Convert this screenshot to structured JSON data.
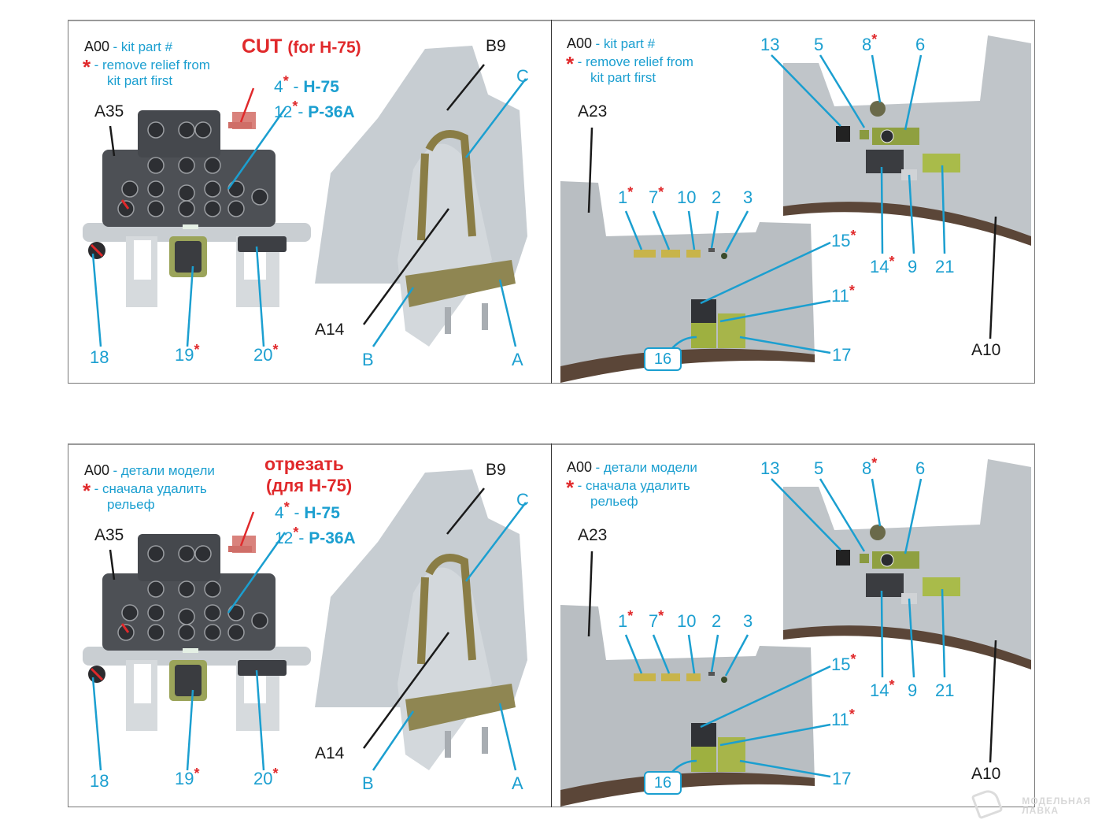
{
  "panels": [
    {
      "language": "en",
      "legend": {
        "kit_part_key": "A00",
        "kit_part_text": "- kit part #",
        "star_symbol": "*",
        "remove_relief_line1": "- remove relief from",
        "remove_relief_line2": "kit part first"
      },
      "cut_note": {
        "line1": "CUT",
        "line2": "(for H-75)"
      },
      "variants": [
        {
          "number": "4",
          "star": "*",
          "dash": " - ",
          "model": "H-75"
        },
        {
          "number": "12",
          "star": "*",
          "dash": "- ",
          "model": "P-36A"
        }
      ],
      "instrument_panel": {
        "part_label": "A35",
        "callouts": [
          {
            "number": "18",
            "star": ""
          },
          {
            "number": "19",
            "star": "*"
          },
          {
            "number": "20",
            "star": "*"
          }
        ]
      },
      "seat": {
        "part_labels": [
          "B9",
          "A14"
        ],
        "callouts": [
          "C",
          "B",
          "A"
        ]
      },
      "right_side": {
        "legend": {
          "kit_part_key": "A00",
          "kit_part_text": "- kit part #",
          "star_symbol": "*",
          "remove_relief_line1": "- remove relief from",
          "remove_relief_line2": "kit part first"
        },
        "part_labels": [
          "A23",
          "A10"
        ],
        "left_wall_callouts": [
          {
            "number": "1",
            "star": "*"
          },
          {
            "number": "7",
            "star": "*"
          },
          {
            "number": "10",
            "star": ""
          },
          {
            "number": "2",
            "star": ""
          },
          {
            "number": "3",
            "star": ""
          },
          {
            "number": "15",
            "star": "*"
          },
          {
            "number": "11",
            "star": "*"
          },
          {
            "number": "17",
            "star": ""
          },
          {
            "number": "16",
            "star": ""
          }
        ],
        "right_wall_callouts": [
          {
            "number": "13",
            "star": ""
          },
          {
            "number": "5",
            "star": ""
          },
          {
            "number": "8",
            "star": "*"
          },
          {
            "number": "6",
            "star": ""
          },
          {
            "number": "14",
            "star": "*"
          },
          {
            "number": "9",
            "star": ""
          },
          {
            "number": "21",
            "star": ""
          }
        ]
      }
    },
    {
      "language": "ru",
      "legend": {
        "kit_part_key": "A00",
        "kit_part_text": "- детали модели",
        "star_symbol": "*",
        "remove_relief_line1": "- сначала удалить",
        "remove_relief_line2": "рельеф"
      },
      "cut_note": {
        "line1": "отрезать",
        "line2": "(для H-75)"
      },
      "variants": [
        {
          "number": "4",
          "star": "*",
          "dash": " - ",
          "model": "H-75"
        },
        {
          "number": "12",
          "star": "*",
          "dash": "- ",
          "model": "P-36A"
        }
      ],
      "instrument_panel": {
        "part_label": "A35",
        "callouts": [
          {
            "number": "18",
            "star": ""
          },
          {
            "number": "19",
            "star": "*"
          },
          {
            "number": "20",
            "star": "*"
          }
        ]
      },
      "seat": {
        "part_labels": [
          "B9",
          "A14"
        ],
        "callouts": [
          "C",
          "B",
          "A"
        ]
      },
      "right_side": {
        "legend": {
          "kit_part_key": "A00",
          "kit_part_text": "- детали модели",
          "star_symbol": "*",
          "remove_relief_line1": "- сначала удалить",
          "remove_relief_line2": "рельеф"
        },
        "part_labels": [
          "A23",
          "A10"
        ],
        "left_wall_callouts": [
          {
            "number": "1",
            "star": "*"
          },
          {
            "number": "7",
            "star": "*"
          },
          {
            "number": "10",
            "star": ""
          },
          {
            "number": "2",
            "star": ""
          },
          {
            "number": "3",
            "star": ""
          },
          {
            "number": "15",
            "star": "*"
          },
          {
            "number": "11",
            "star": "*"
          },
          {
            "number": "17",
            "star": ""
          },
          {
            "number": "16",
            "star": ""
          }
        ],
        "right_wall_callouts": [
          {
            "number": "13",
            "star": ""
          },
          {
            "number": "5",
            "star": ""
          },
          {
            "number": "8",
            "star": "*"
          },
          {
            "number": "6",
            "star": ""
          },
          {
            "number": "14",
            "star": "*"
          },
          {
            "number": "9",
            "star": ""
          },
          {
            "number": "21",
            "star": ""
          }
        ]
      }
    }
  ],
  "watermark": {
    "line1": "МОДЕЛЬНАЯ",
    "line2": "ЛАВКА"
  },
  "colors": {
    "callout_blue": "#1b9fd0",
    "accent_red": "#e0292b",
    "part_text": "#1a1a1a",
    "resin_gray": "#c4c9cd",
    "panel_dark": "#4a4d52",
    "pe_green": "#a9b54a",
    "belt_olive": "#8a7d45"
  }
}
